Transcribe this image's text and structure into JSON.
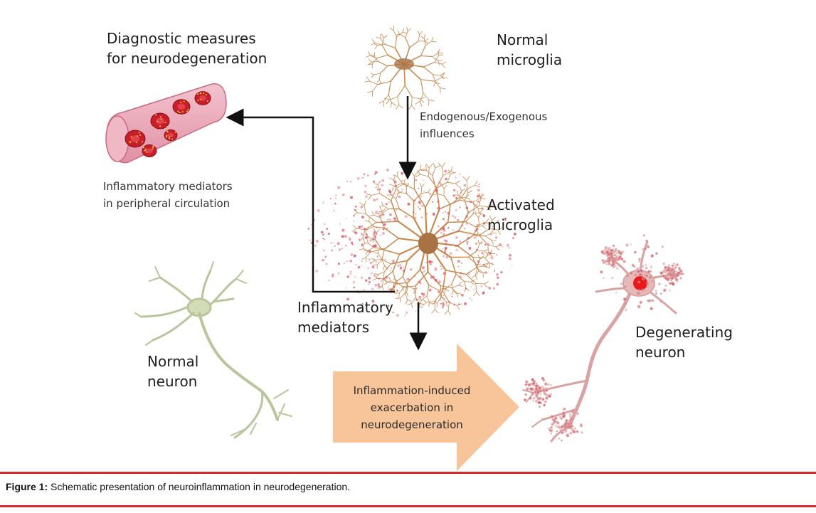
{
  "labels": {
    "diagnostic": [
      "Diagnostic measures",
      "for neurodegeneration"
    ],
    "normal_microglia": [
      "Normal",
      "microglia"
    ],
    "influences": [
      "Endogenous/Exogenous",
      "influences"
    ],
    "circulation": [
      "Inflammatory mediators",
      "in peripheral circulation"
    ],
    "activated_microglia": [
      "Activated",
      "microglia"
    ],
    "mediators": [
      "Inflammatory",
      "mediators"
    ],
    "normal_neuron": [
      "Normal",
      "neuron"
    ],
    "degenerating_neuron": [
      "Degenerating",
      "neuron"
    ],
    "big_arrow": [
      "Inflammation-induced",
      "exacerbation in",
      "neurodegeneration"
    ]
  },
  "caption": {
    "label": "Figure 1:",
    "text": " Schematic presentation of neuroinflammation in neurodegeneration."
  },
  "colors": {
    "microglia": "#c98a4e",
    "microglia_body": "#a87243",
    "red_dots": "#d94a5a",
    "neuron_normal": "#b9c59a",
    "neuron_degenerating": "#d9a3a3",
    "nucleus": "#e81a1a",
    "big_arrow": "#f8c49a",
    "vessel": "#e9a7b6",
    "rule": "#d42a2a"
  },
  "icons": [
    "blood-vessel-icon",
    "normal-microglia-icon",
    "activated-microglia-icon",
    "normal-neuron-icon",
    "degenerating-neuron-icon"
  ]
}
